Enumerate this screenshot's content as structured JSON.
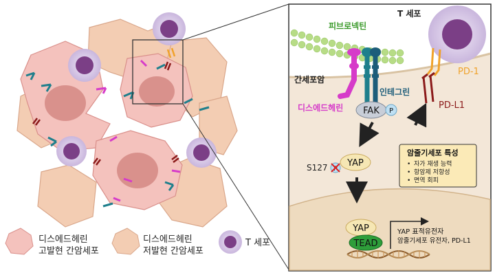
{
  "colors": {
    "high_cell": "#f4c2bd",
    "high_cell_stroke": "#d98f8a",
    "high_nucleus": "#d9918c",
    "low_cell": "#f3cdb3",
    "low_cell_stroke": "#d9a68a",
    "t_cell_outer": "#d7c9e8",
    "t_cell_inner": "#7b3f86",
    "integrin": "#1f7f8c",
    "desmoglein": "#d63bc9",
    "pdl1": "#8b1a1a",
    "pd1": "#f0a22a",
    "fibronectin": "#b7dc86",
    "panel_bg": "#f3e7d8",
    "panel_border": "#333333",
    "cytoplasm": "#f3e7d8",
    "nucleus_panel": "#eedbbf",
    "yap_fill": "#f6e7b4",
    "tead_fill": "#2e9e3a",
    "stemness_box": "#fbeab7"
  },
  "panel": {
    "t_cell_label": "T 세포",
    "fibronectin_label": "피브로넥틴",
    "hcc_label": "간세포암",
    "integrin_label": "인테그린",
    "desmoglein_label": "디스에드헤린",
    "fak_label": "FAK",
    "p_label": "P",
    "pd1_label": "PD-1",
    "pdl1_label": "PD-L1",
    "yap_label": "YAP",
    "s127_label": "S127",
    "p_small_label": "P",
    "stemness": {
      "title": "암줄기세포 특성",
      "items": [
        "자가 재생 능력",
        "항암제 저항성",
        "면역 회피"
      ]
    },
    "nuclear_yap_label": "YAP",
    "tead_label": "TEAD",
    "target_genes_label": "YAP 표적유전자",
    "target_genes_detail": "암줄기세포 유전자, PD-L1"
  },
  "legend": {
    "high_line1": "디스에드헤린",
    "high_line2": "고발현 간암세포",
    "low_line1": "디스에드헤린",
    "low_line2": "저발현 간암세포",
    "tcell": "T 세포"
  }
}
